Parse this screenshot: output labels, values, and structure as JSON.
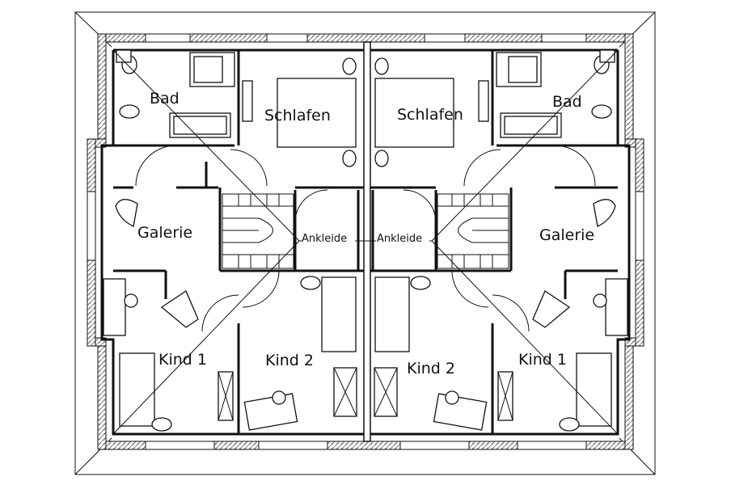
{
  "plan": {
    "rooms": {
      "left": {
        "bad": "Bad",
        "schlafen": "Schlafen",
        "galerie": "Galerie",
        "ankleide": "Ankleide",
        "kind1": "Kind 1",
        "kind2": "Kind 2"
      },
      "right": {
        "bad": "Bad",
        "schlafen": "Schlafen",
        "galerie": "Galerie",
        "ankleide": "Ankleide",
        "kind1": "Kind 1",
        "kind2": "Kind 2"
      }
    }
  }
}
